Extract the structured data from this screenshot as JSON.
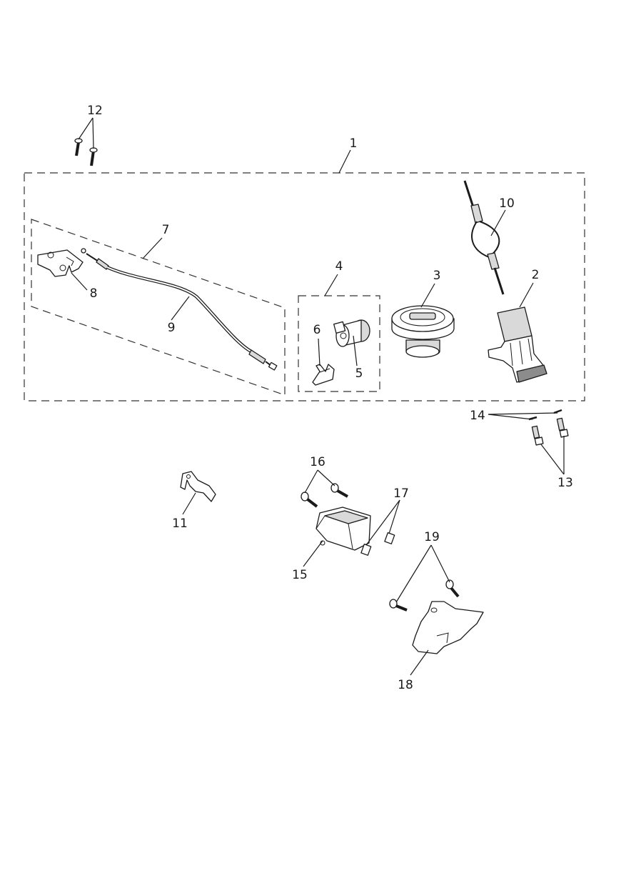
{
  "callouts": {
    "c1": "1",
    "c2": "2",
    "c3": "3",
    "c4": "4",
    "c5": "5",
    "c6": "6",
    "c7": "7",
    "c8": "8",
    "c9": "9",
    "c10": "10",
    "c11": "11",
    "c12": "12",
    "c13": "13",
    "c14": "14",
    "c15": "15",
    "c16": "16",
    "c17": "17",
    "c18": "18",
    "c19": "19"
  },
  "icons": {
    "screw": "screw-icon",
    "latch": "latch-icon",
    "cable": "cable-icon",
    "lock_barrel": "lock-barrel-icon",
    "cap": "fuel-cap-icon",
    "ignition": "ignition-switch-icon",
    "bracket": "bracket-icon",
    "module": "control-module-icon"
  },
  "colors": {
    "line": "#1a1a1a",
    "fill_grey": "#d9d9d9",
    "fill_dark": "#8c8c8c"
  }
}
